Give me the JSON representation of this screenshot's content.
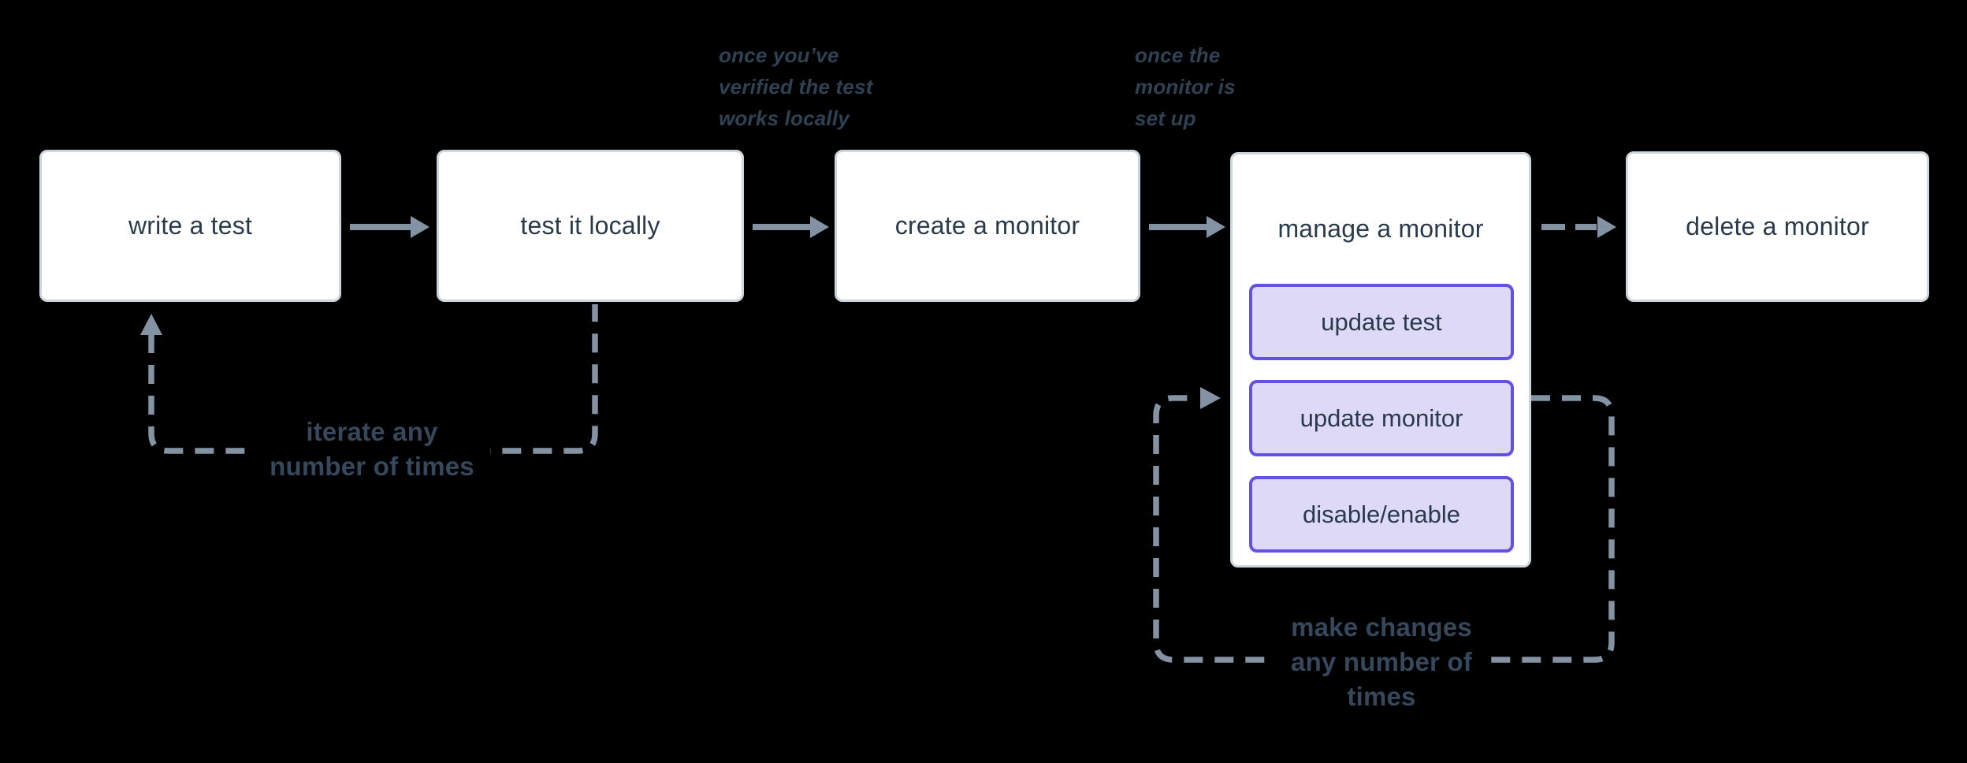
{
  "diagram": {
    "background": "#000000",
    "nodes": [
      {
        "id": "write-a-test",
        "label": "write a test"
      },
      {
        "id": "test-it-locally",
        "label": "test it locally"
      },
      {
        "id": "create-a-monitor",
        "label": "create a monitor"
      },
      {
        "id": "manage-a-monitor",
        "label": "manage a monitor",
        "children": [
          {
            "id": "update-test",
            "label": "update test"
          },
          {
            "id": "update-monitor",
            "label": "update monitor"
          },
          {
            "id": "disable-enable",
            "label": "disable/enable"
          }
        ]
      },
      {
        "id": "delete-a-monitor",
        "label": "delete a monitor"
      }
    ],
    "annotations": [
      {
        "id": "once-verified",
        "lines": [
          "once you’ve",
          "verified the test",
          "works locally"
        ]
      },
      {
        "id": "once-set-up",
        "lines": [
          "once the",
          "monitor is",
          "set up"
        ]
      }
    ],
    "loops": [
      {
        "id": "iterate",
        "lines": [
          "iterate any",
          "number of times"
        ]
      },
      {
        "id": "make-changes",
        "lines": [
          "make changes",
          "any number of",
          "times"
        ]
      }
    ],
    "colors": {
      "node_fill": "#ffffff",
      "node_border": "#ccd6df",
      "node_text": "#293a4a",
      "subnode_fill": "#ded9f7",
      "subnode_border": "#6152e4",
      "connector": "#8493a3",
      "annotation_text": "#2e4254",
      "loop_label_text": "#35485c"
    }
  }
}
